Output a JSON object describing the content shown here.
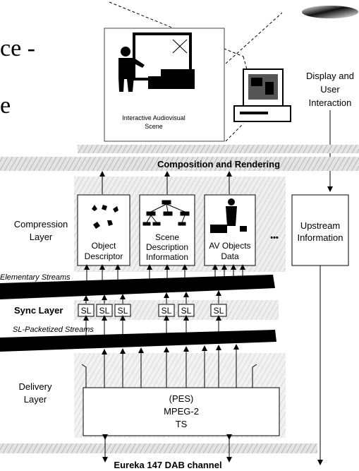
{
  "slide": {
    "title_fragment": "ce -",
    "title_fragment_2": "e"
  },
  "diagram": {
    "scene_label_1": "Interactive Audiovisual",
    "scene_label_2": "Scene",
    "display_label": [
      "Display and",
      "User",
      "Interaction"
    ],
    "composition_label": "Composition and Rendering",
    "compression_layer": [
      "Compression",
      "Layer"
    ],
    "object_descriptor": [
      "Object",
      "Descriptor"
    ],
    "scene_description": [
      "Scene",
      "Description",
      "Information"
    ],
    "av_objects": [
      "AV Objects",
      "Data"
    ],
    "ellipsis": "•••",
    "upstream": [
      "Upstream",
      "Information"
    ],
    "elementary_streams": "Elementary Streams",
    "sync_layer": "Sync Layer",
    "sl_box": "SL",
    "sl_packetized": "SL-Packetized Streams",
    "delivery_layer": [
      "Delivery",
      "Layer"
    ],
    "transport": [
      "(PES)",
      "MPEG-2",
      "TS"
    ],
    "channel": "Eureka 147 DAB channel"
  }
}
